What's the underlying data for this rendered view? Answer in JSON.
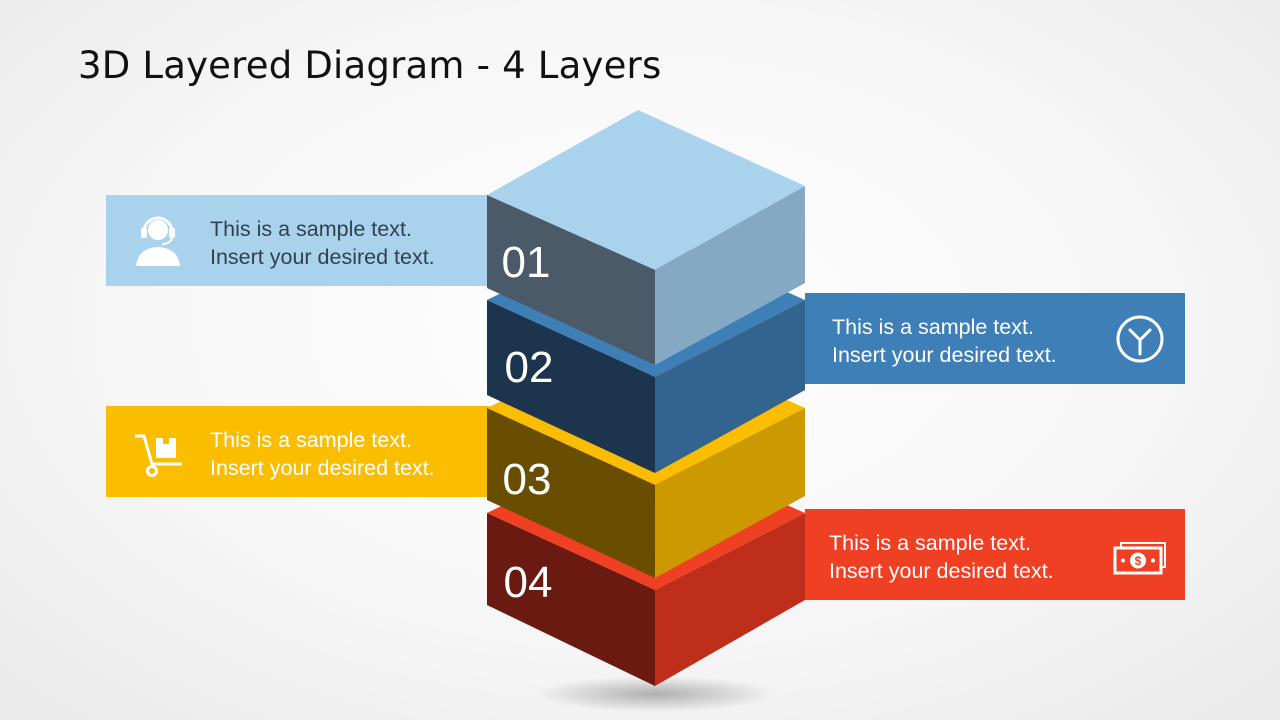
{
  "title": "3D Layered Diagram - 4 Layers",
  "layers": [
    {
      "number": "01",
      "line1": "This is a sample text.",
      "line2": "Insert your desired text.",
      "icon": "headset-user-icon",
      "color": "#a9d2ec"
    },
    {
      "number": "02",
      "line1": "This is a sample text.",
      "line2": "Insert your desired text.",
      "icon": "clock-icon",
      "color": "#3f7fb7"
    },
    {
      "number": "03",
      "line1": "This is a sample text.",
      "line2": "Insert your desired text.",
      "icon": "hand-truck-icon",
      "color": "#fbbd00"
    },
    {
      "number": "04",
      "line1": "This is a sample text.",
      "line2": "Insert your desired text.",
      "icon": "money-bill-icon",
      "color": "#ef4024"
    }
  ]
}
